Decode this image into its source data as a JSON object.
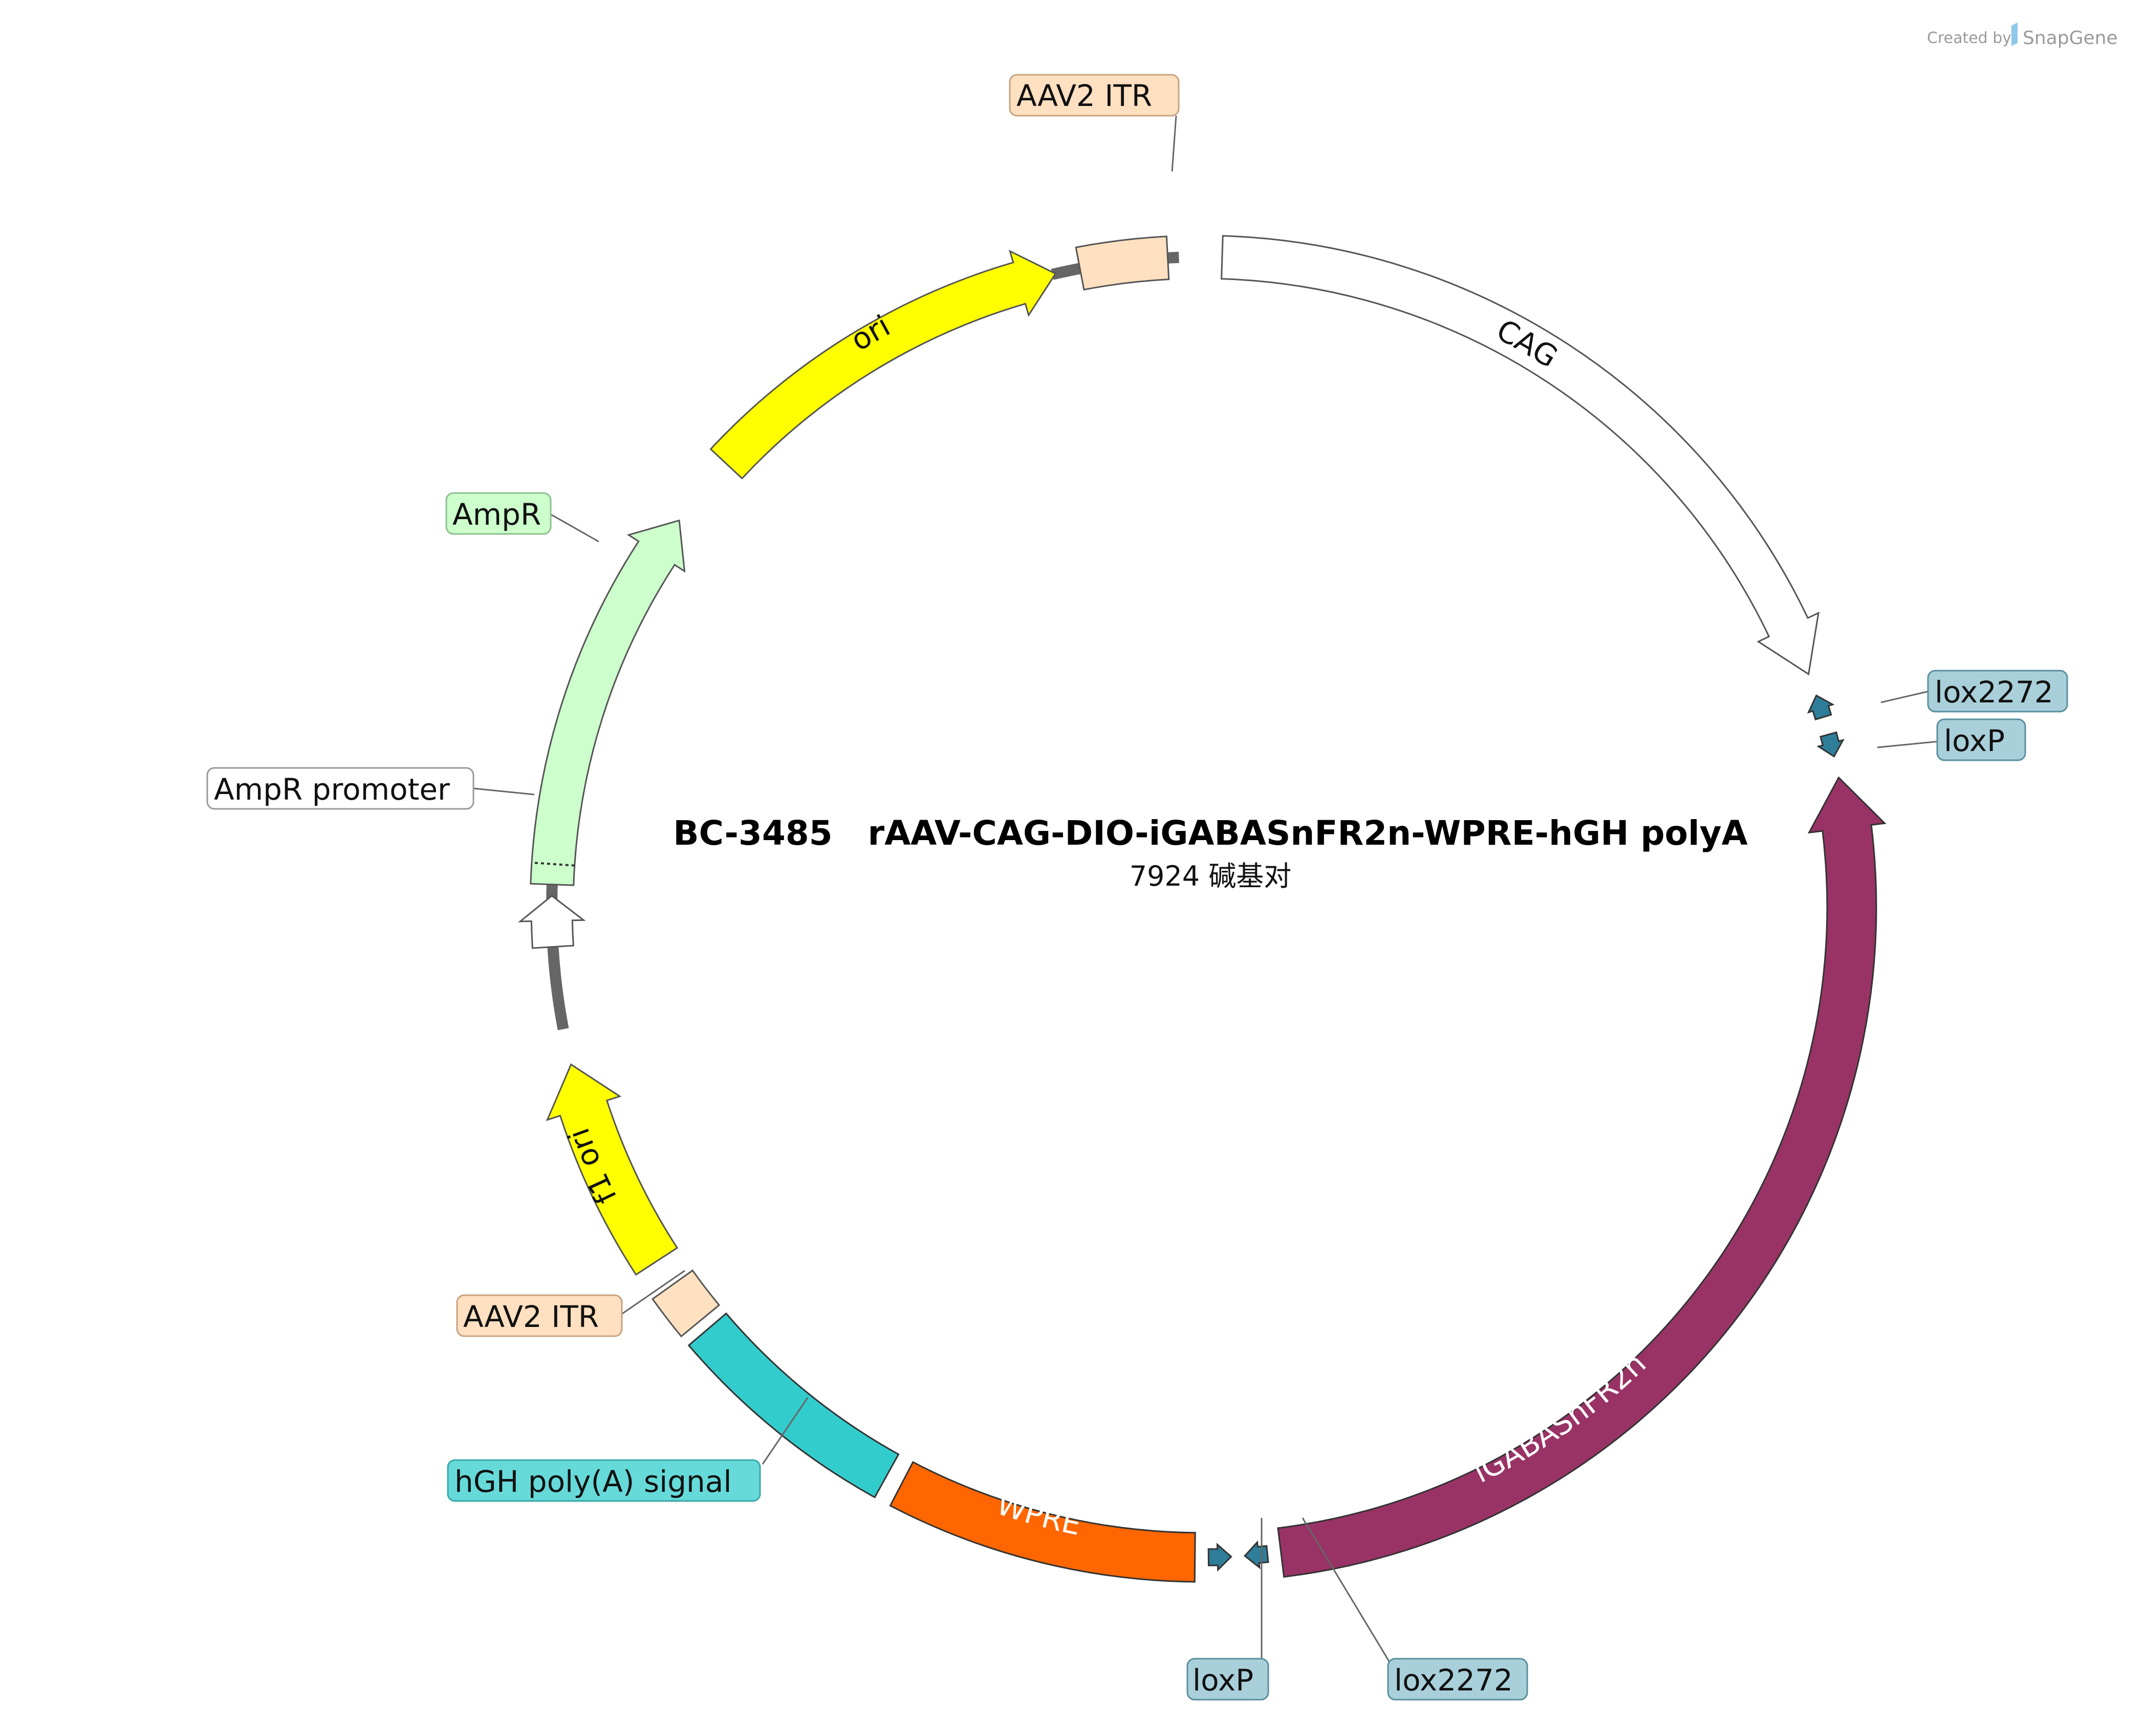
{
  "credit": {
    "prefix": "Created by",
    "brand": "SnapGene"
  },
  "plasmid": {
    "name": "BC-3485   rAAV-CAG-DIO-iGABASnFR2n-WPRE-hGH polyA",
    "size": "7924 碱基对"
  },
  "colors": {
    "backbone": "#666666",
    "ori": "#ffff00",
    "ampR": "#ccffcc",
    "itr": "#ffe0c0",
    "gene": "#993366",
    "wpre": "#ff6600",
    "polyA": "#33cccc",
    "lox": "#2e7d99",
    "loxLabel": "#a9d0da"
  },
  "features": [
    {
      "id": "cag",
      "label": "CAG"
    },
    {
      "id": "igabasnfr2n",
      "label": "iGABASnFR2n"
    },
    {
      "id": "wpre",
      "label": "WPRE"
    },
    {
      "id": "f1ori",
      "label": "f1 ori"
    },
    {
      "id": "ori",
      "label": "ori"
    }
  ],
  "labels": {
    "itr_top": "AAV2 ITR",
    "itr_bottom": "AAV2 ITR",
    "ampr": "AmpR",
    "ampr_promoter": "AmpR promoter",
    "hgh_polya": "hGH poly(A) signal",
    "lox2272_right": "lox2272",
    "loxp_right": "loxP",
    "loxp_bottom": "loxP",
    "lox2272_bottom": "lox2272"
  }
}
